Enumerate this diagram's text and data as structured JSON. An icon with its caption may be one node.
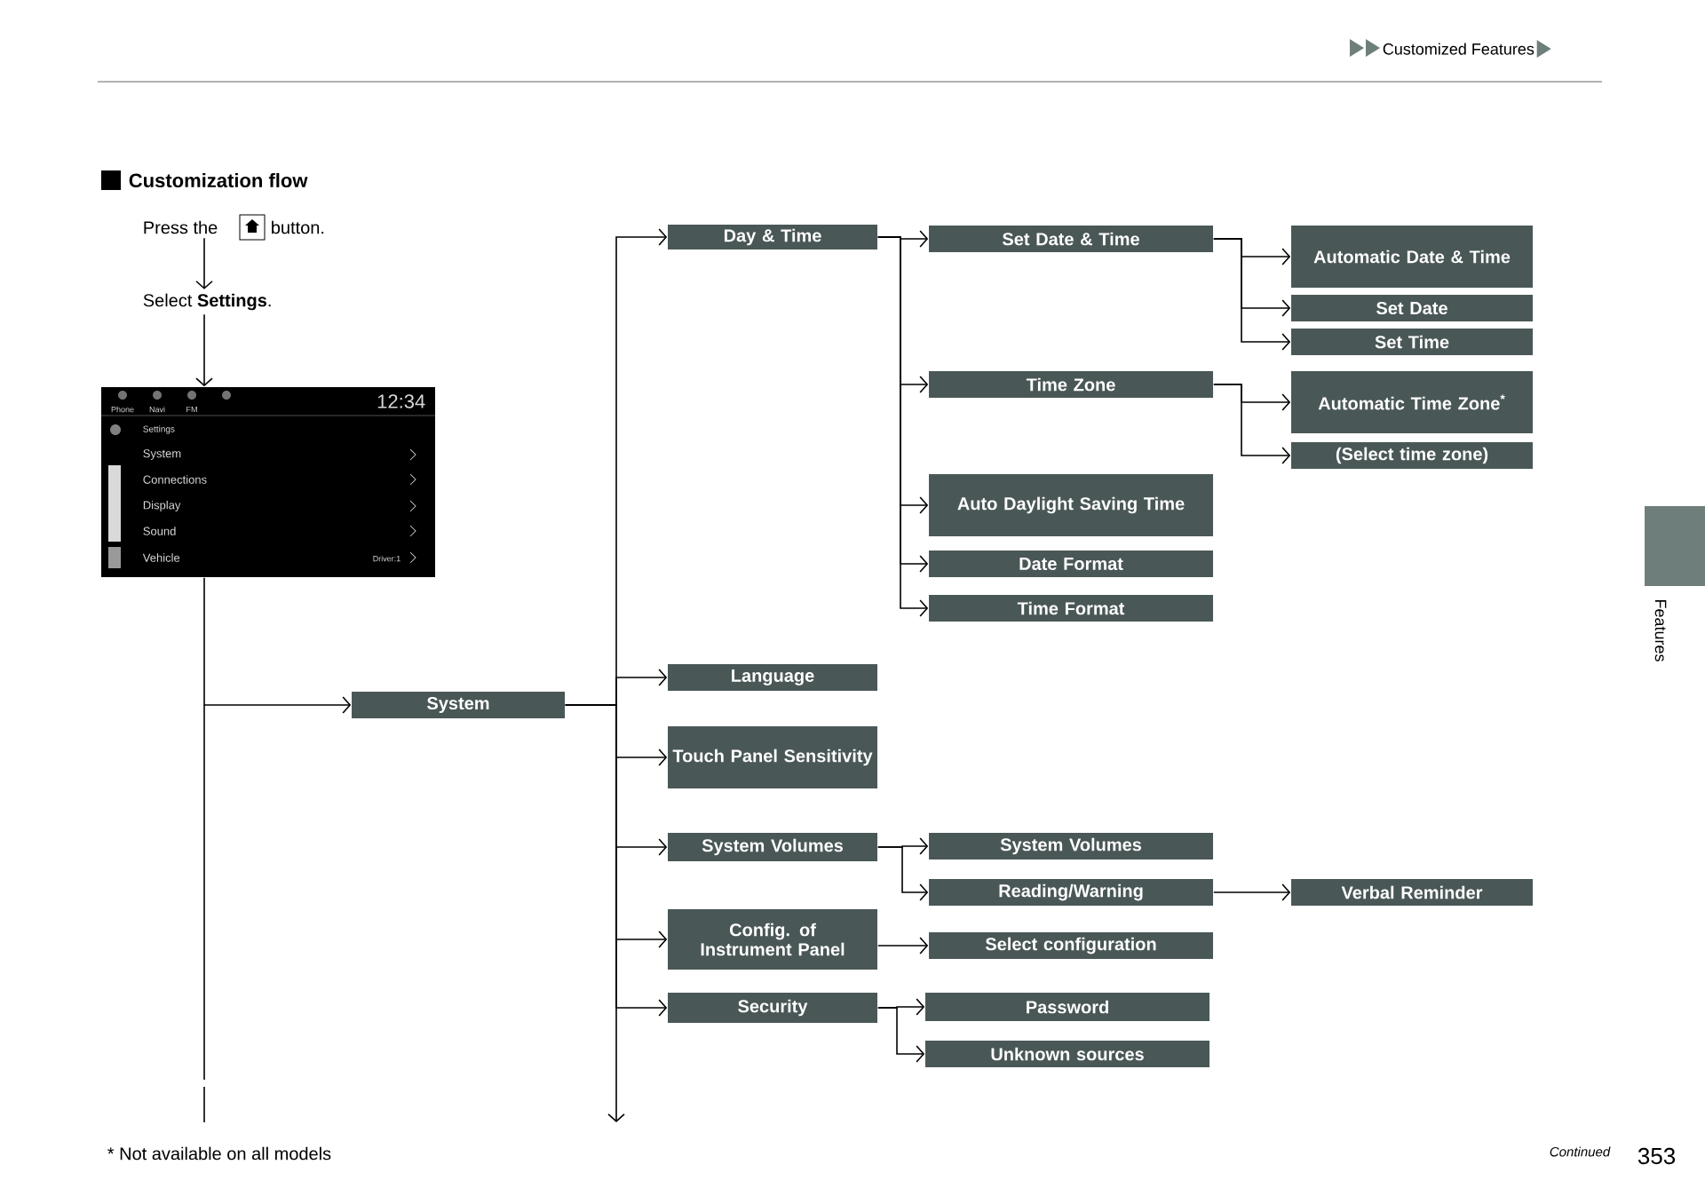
{
  "diagram": {
    "title": "Customization flow",
    "nodes": [
      {
        "text": [
          "Press the",
          "button."
        ]
      },
      {
        "text": [
          "Select **Settings**."
        ]
      },
      {
        "text": [
          "Phone",
          "Navi",
          "FM",
          "12:34",
          "Settings",
          "System",
          "Connections",
          "Display",
          "Sound",
          "Vehicle",
          "Driver:1"
        ]
      },
      {
        "text": [
          "System"
        ]
      },
      {
        "text": [
          "Day & Time"
        ]
      },
      {
        "text": [
          "Language"
        ]
      },
      {
        "text": [
          "Touch Panel Sensitivity"
        ]
      },
      {
        "text": [
          "System Volumes"
        ]
      },
      {
        "text": [
          "Config. of Instrument Panel"
        ]
      },
      {
        "text": [
          "Security"
        ]
      },
      {
        "text": [
          "Set Date & Time"
        ]
      },
      {
        "text": [
          "Time Zone"
        ]
      },
      {
        "text": [
          "Auto Daylight Saving Time"
        ]
      },
      {
        "text": [
          "Date Format"
        ]
      },
      {
        "text": [
          "Time Format"
        ]
      },
      {
        "text": [
          "Automatic Date & Time"
        ]
      },
      {
        "text": [
          "Set Date"
        ]
      },
      {
        "text": [
          "Set Time"
        ]
      },
      {
        "text": [
          "Automatic Time Zone$^{*}$"
        ]
      },
      {
        "text": [
          "(Select time zone)"
        ]
      },
      {
        "text": [
          "System Volumes"
        ]
      },
      {
        "text": [
          "Reading/Warning"
        ]
      },
      {
        "text": [
          "Verbal Reminder"
        ]
      },
      {
        "text": [
          "Select configuration"
        ]
      },
      {
        "text": [
          "Password"
        ]
      },
      {
        "text": [
          "Unknown sources"
        ]
      }
    ],
    "edges": [
      {
        "from": 0,
        "to": 1,
        "arrow": "to"
      },
      {
        "from": 1,
        "to": 2,
        "arrow": "to"
      },
      {
        "from": 2,
        "to": 3,
        "arrow": "to"
      },
      {
        "from": 3,
        "to": 4,
        "arrow": "to"
      },
      {
        "from": 3,
        "to": 5,
        "arrow": "to"
      },
      {
        "from": 3,
        "to": 6,
        "arrow": "to"
      },
      {
        "from": 3,
        "to": 7,
        "arrow": "to"
      },
      {
        "from": 3,
        "to": 8,
        "arrow": "to"
      },
      {
        "from": 3,
        "to": 9,
        "arrow": "to"
      },
      {
        "from": 3,
        "to": null,
        "arrow": "to"
      },
      {
        "from": 4,
        "to": 10,
        "arrow": "to"
      },
      {
        "from": 4,
        "to": 11,
        "arrow": "to"
      },
      {
        "from": 4,
        "to": 12,
        "arrow": "to"
      },
      {
        "from": 4,
        "to": 13,
        "arrow": "to"
      },
      {
        "from": 4,
        "to": 14,
        "arrow": "to"
      },
      {
        "from": 10,
        "to": 15,
        "arrow": "to"
      },
      {
        "from": 10,
        "to": 16,
        "arrow": "to"
      },
      {
        "from": 10,
        "to": 17,
        "arrow": "to"
      },
      {
        "from": 11,
        "to": 18,
        "arrow": "to"
      },
      {
        "from": 11,
        "to": 19,
        "arrow": "to"
      },
      {
        "from": 7,
        "to": 20,
        "arrow": "to"
      },
      {
        "from": 7,
        "to": 21,
        "arrow": "to"
      },
      {
        "from": 21,
        "to": 22,
        "arrow": "to"
      },
      {
        "from": 8,
        "to": 23,
        "arrow": "to"
      },
      {
        "from": 9,
        "to": 24,
        "arrow": "to"
      },
      {
        "from": 9,
        "to": 25,
        "arrow": "to"
      }
    ],
    "labels": [
      "Customized Features",
      "* Not available on all models",
      "Continued",
      "353",
      "Features"
    ]
  }
}
